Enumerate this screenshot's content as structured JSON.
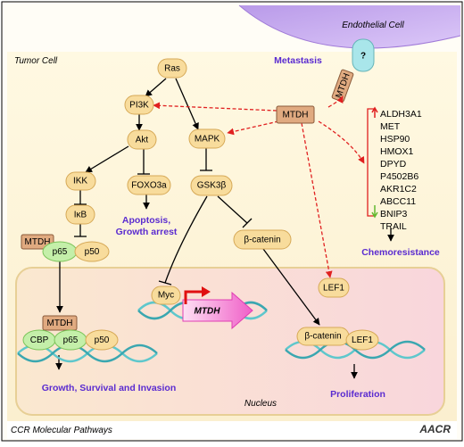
{
  "labels": {
    "tumor_cell": "Tumor Cell",
    "endothelial_cell": "Endothelial Cell",
    "nucleus": "Nucleus",
    "footer": "CCR Molecular Pathways",
    "logo": "AACR"
  },
  "nodes": {
    "ras": "Ras",
    "pi3k": "PI3K",
    "akt": "Akt",
    "mapk": "MAPK",
    "mtdh": "MTDH",
    "ikk": "IKK",
    "foxo3a": "FOXO3a",
    "gsk3b": "GSK3β",
    "ikb": "IκB",
    "mtdh_nfkb": "MTDH",
    "p65": "p65",
    "p50": "p50",
    "beta_catenin": "β-catenin",
    "lef1": "LEF1",
    "myc": "Myc",
    "mtdh_gene": "MTDH",
    "mtdh_nuc": "MTDH",
    "cbp": "CBP",
    "p65_nuc": "p65",
    "p50_nuc": "p50",
    "beta_catenin_nuc": "β-catenin",
    "lef1_nuc": "LEF1",
    "mtdh_receptor": "MTDH",
    "unknown_receptor": "?"
  },
  "outcomes": {
    "metastasis": "Metastasis",
    "apoptosis_1": "Apoptosis,",
    "apoptosis_2": "Growth arrest",
    "chemoresistance": "Chemoresistance",
    "growth": "Growth, Survival and Invasion",
    "proliferation": "Proliferation"
  },
  "genes_up": [
    "ALDH3A1",
    "MET",
    "HSP90",
    "HMOX1",
    "DPYD",
    "P4502B6",
    "AKR1C2",
    "ABCC11"
  ],
  "genes_down": [
    "BNIP3",
    "TRAIL"
  ],
  "colors": {
    "node_fill": "#f8dc9c",
    "node_stroke": "#d6a957",
    "mtdh_fill": "#e0aa80",
    "nfkb_fill": "#c4efa9",
    "outcome_text": "#5a2bd0",
    "activation_red": "#e02020",
    "endothelial": "#c8aef0",
    "nucleus_fill": "#fae3d0",
    "dna": "#5ec7cc",
    "gene_arrow": "#f47ed2"
  }
}
